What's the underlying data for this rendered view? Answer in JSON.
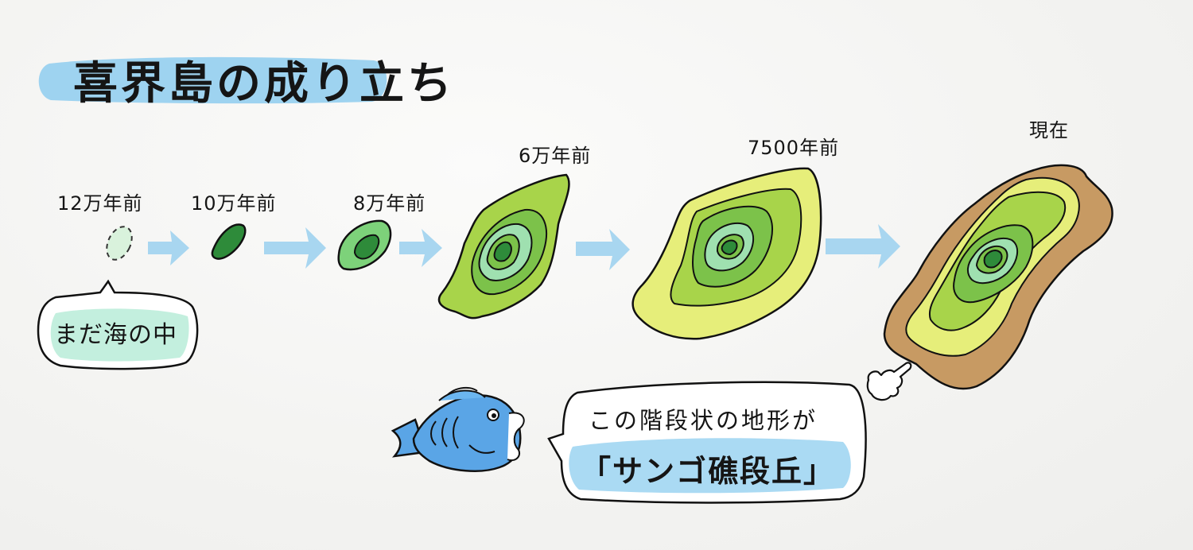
{
  "title": "喜界島の成り立ち",
  "stages": [
    {
      "label": "12万年前"
    },
    {
      "label": "10万年前"
    },
    {
      "label": "8万年前"
    },
    {
      "label": "6万年前"
    },
    {
      "label": "7500年前"
    },
    {
      "label": "現在"
    }
  ],
  "sea_bubble": {
    "text": "まだ海の中"
  },
  "callout": {
    "line1": "この階段状の地形が",
    "line2": "「サンゴ礁段丘」"
  },
  "colors": {
    "water_highlight": "#8ecdef",
    "arrow": "#a8d6f0",
    "dark_green": "#2e8b3a",
    "mid_green": "#6cbf45",
    "light_green": "#a8d44a",
    "yellow_green": "#dce96a",
    "sand": "#c79a63",
    "mint": "#9fe0b0",
    "fish_blue": "#5aa5e6"
  },
  "icons": [
    "right-arrow-icon",
    "fish-icon",
    "pointing-hand-icon"
  ]
}
